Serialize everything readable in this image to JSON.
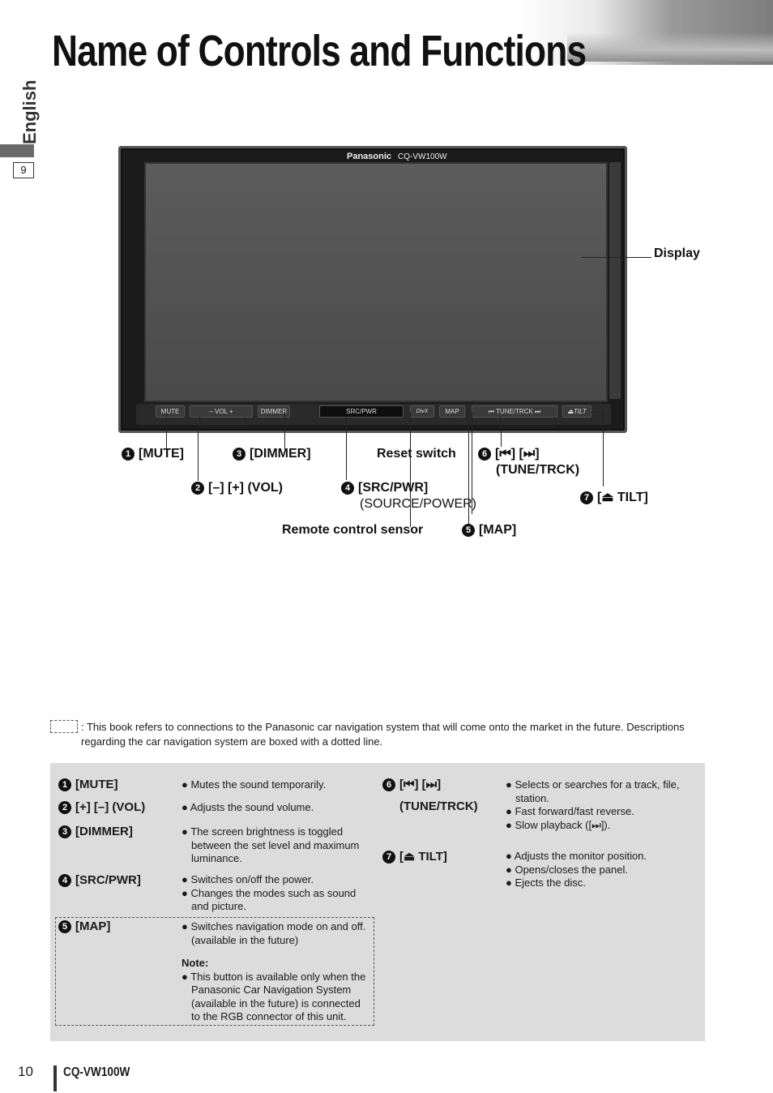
{
  "header": {
    "title": "Name of Controls and Functions"
  },
  "side": {
    "language": "English",
    "page_box": "9"
  },
  "device": {
    "brand": "Panasonic",
    "model": "CQ-VW100W",
    "buttons": {
      "mute": "MUTE",
      "vol": "–   VOL   +",
      "dimmer": "DIMMER",
      "src": "SRC/PWR",
      "divx": "DivX",
      "map": "MAP",
      "tune": "⏮ TUNE/TRCK ⏭",
      "tilt": "⏏TILT"
    }
  },
  "callouts": {
    "display": "Display",
    "mute": "[MUTE]",
    "dimmer": "[DIMMER]",
    "reset": "Reset switch",
    "tune_keys": "[⏮] [⏭]",
    "tune": "(TUNE/TRCK)",
    "vol": "[–] [+] (VOL)",
    "src": "[SRC/PWR]",
    "src_sub": "(SOURCE/POWER)",
    "tilt": "[⏏ TILT]",
    "remote": "Remote control sensor",
    "map": "[MAP]",
    "n1": "1",
    "n2": "2",
    "n3": "3",
    "n4": "4",
    "n5": "5",
    "n6": "6",
    "n7": "7"
  },
  "legend": {
    "text": ": This book refers to connections to the Panasonic car navigation system that will come onto the market in the future. Descriptions regarding the car navigation system are boxed with a dotted line."
  },
  "table": {
    "mute": {
      "label": "[MUTE]",
      "desc": [
        "Mutes the sound temporarily."
      ]
    },
    "vol": {
      "label": "[+] [–] (VOL)",
      "desc": [
        "Adjusts the sound volume."
      ]
    },
    "dimmer": {
      "label": "[DIMMER]",
      "desc": [
        "The screen brightness is toggled between the set level and maximum luminance."
      ]
    },
    "src": {
      "label": "[SRC/PWR]",
      "desc": [
        "Switches on/off the power.",
        "Changes the modes such as sound and picture."
      ]
    },
    "map": {
      "label": "[MAP]",
      "desc": [
        "Switches navigation mode on and off. (available in the future)"
      ],
      "note_title": "Note:",
      "note": "This button is available only when the Panasonic Car Navigation System (available in the future) is connected to the RGB connector of this unit."
    },
    "tune": {
      "label": "[⏮] [⏭]",
      "label2": "(TUNE/TRCK)",
      "desc": [
        "Selects or searches for a track, file, station.",
        "Fast forward/fast reverse.",
        "Slow playback ([⏭])."
      ]
    },
    "tilt": {
      "label": "[⏏ TILT]",
      "desc": [
        "Adjusts the monitor position.",
        "Opens/closes the panel.",
        "Ejects the disc."
      ]
    }
  },
  "footer": {
    "page_number": "10",
    "model": "CQ-VW100W"
  }
}
